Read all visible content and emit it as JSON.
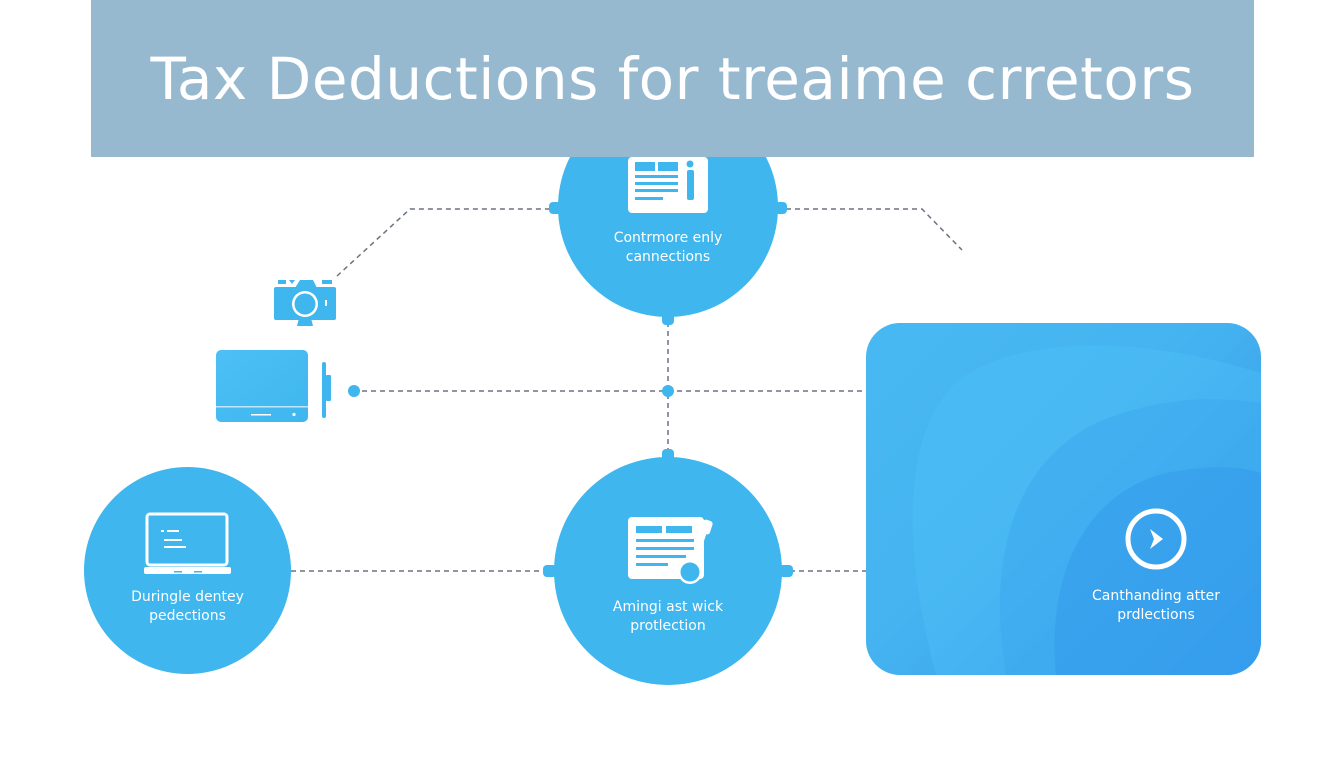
{
  "header": {
    "title": "Tax Deductions for treaime crretors",
    "background": "#97b9d0"
  },
  "colors": {
    "node_fill": "#3fb6ee",
    "connector": "#6b7280",
    "card_gradient_start": "#48b9f2",
    "card_gradient_end": "#2f90ea",
    "text_on_node": "#ffffff"
  },
  "nodes": {
    "top": {
      "icon": "document-info-icon",
      "label_line1": "Contrmore enly",
      "label_line2": "cannections"
    },
    "bottom_left": {
      "icon": "laptop-icon",
      "label_line1": "Duringle dentey",
      "label_line2": "pedections"
    },
    "bottom_center": {
      "icon": "document-pen-icon",
      "label_line1": "Amingi ast wick",
      "label_line2": "protlection"
    }
  },
  "side_icons": [
    {
      "icon": "camera-icon"
    },
    {
      "icon": "tablet-icon"
    }
  ],
  "card": {
    "icon": "play-circle-icon",
    "label_line1": "Canthanding atter",
    "label_line2": "prdlections"
  }
}
